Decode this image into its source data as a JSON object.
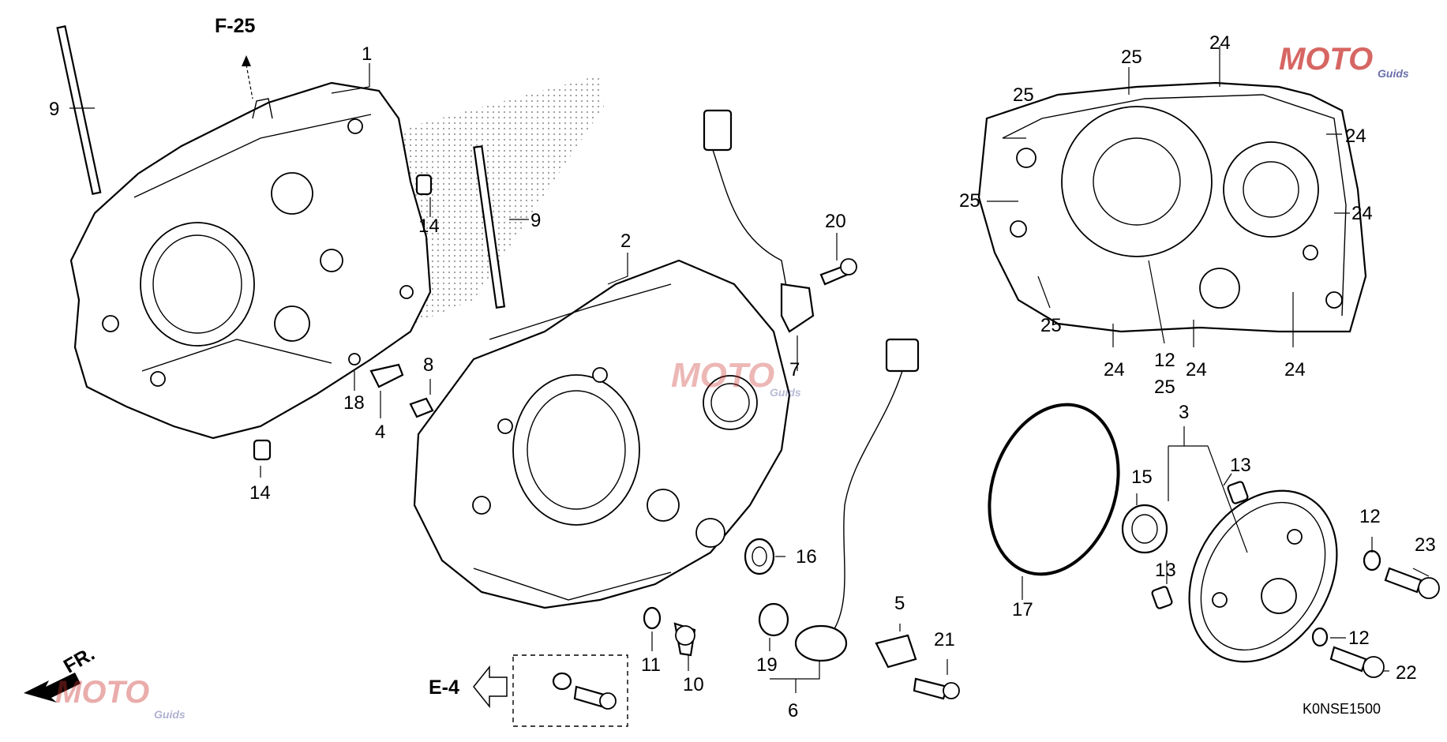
{
  "diagram": {
    "code": "K0NSE1500",
    "references": {
      "f25": "F-25",
      "e4": "E-4",
      "fr": "FR."
    },
    "watermark": {
      "text": "MOTO",
      "sub": "Guids"
    },
    "callouts": [
      "1",
      "2",
      "3",
      "4",
      "5",
      "6",
      "7",
      "8",
      "9",
      "10",
      "11",
      "12",
      "13",
      "14",
      "15",
      "16",
      "17",
      "18",
      "19",
      "20",
      "21",
      "22",
      "23",
      "24",
      "25"
    ],
    "colors": {
      "ink": "#000000",
      "watermark_red": "#c9342f",
      "watermark_blue": "#3a3f8f"
    }
  }
}
